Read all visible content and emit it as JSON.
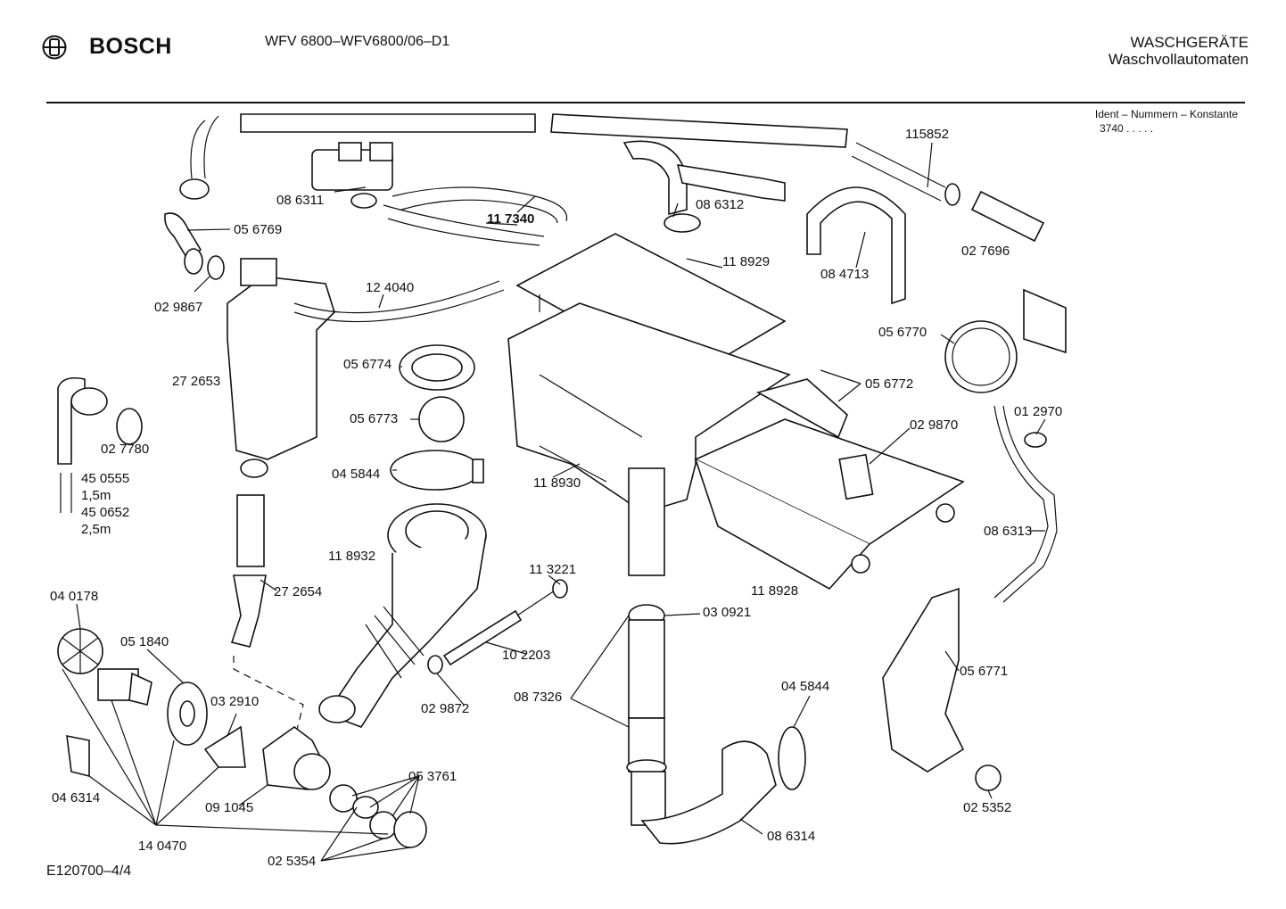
{
  "header": {
    "brand": "BOSCH",
    "model": "WFV 6800–WFV6800/06–D1",
    "category_line1": "WASCHGERÄTE",
    "category_line2": "Waschvollautomaten",
    "ident_label": "Ident – Nummern – Konstante",
    "ident_value": "3740 .  .  .  .  ."
  },
  "footer": {
    "code": "E120700–4/4"
  },
  "parts": {
    "p115852": "115852",
    "p086311": "08 6311",
    "p117340": "11 7340",
    "p086312": "08 6312",
    "p056769": "05 6769",
    "p029867": "02 9867",
    "p124040": "12 4040",
    "p118929": "11 8929",
    "p084713": "08 4713",
    "p027696": "02 7696",
    "p056770": "05 6770",
    "p272653": "27 2653",
    "p056774": "05 6774",
    "p056772": "05 6772",
    "p056773": "05 6773",
    "p029870": "02 9870",
    "p012970": "01 2970",
    "p027780": "02 7780",
    "p045844a": "04 5844",
    "p450555": "45 0555",
    "p15m": "1,5m",
    "p450652": "45 0652",
    "p25m": "2,5m",
    "p118930": "11 8930",
    "p118932": "11 8932",
    "p086313": "08 6313",
    "p113221": "11 3221",
    "p272654": "27 2654",
    "p118928": "11 8928",
    "p040178": "04 0178",
    "p030921": "03 0921",
    "p051840": "05 1840",
    "p102203": "10 2203",
    "p056771": "05 6771",
    "p032910": "03 2910",
    "p087326": "08 7326",
    "p045844b": "04 5844",
    "p029872": "02 9872",
    "p053761": "05 3761",
    "p046314": "04 6314",
    "p091045": "09 1045",
    "p025352": "02 5352",
    "p086314": "08 6314",
    "p140470": "14 0470",
    "p025354": "02 5354"
  }
}
